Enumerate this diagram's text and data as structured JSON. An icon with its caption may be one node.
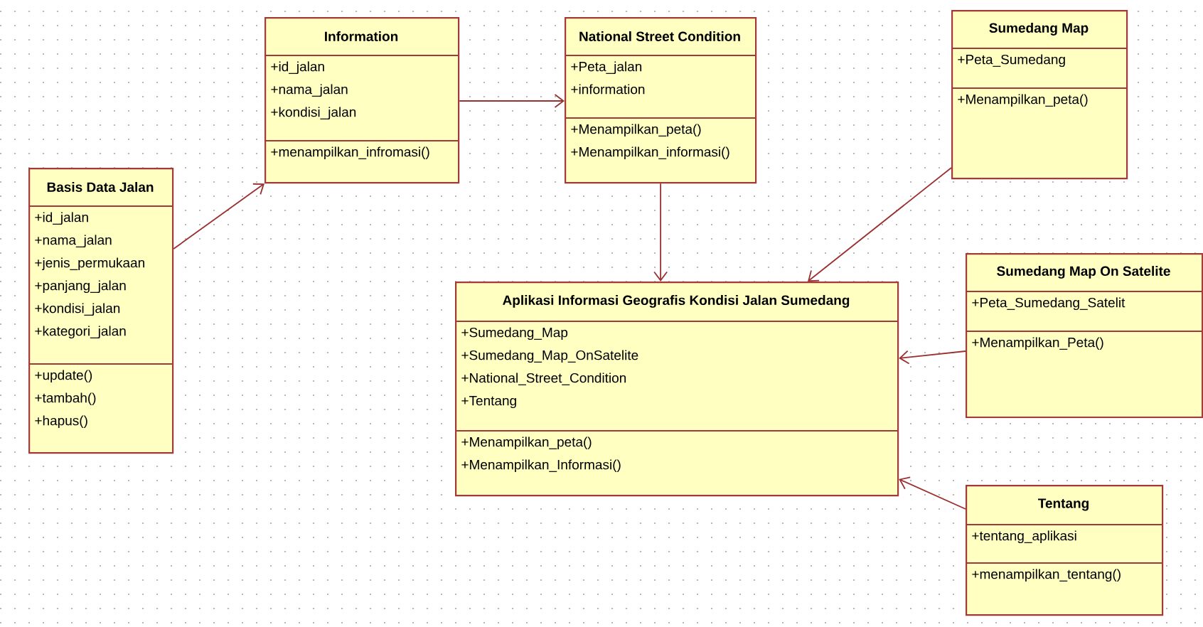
{
  "diagram": {
    "nodes": [
      {
        "text": [
          "Basis Data Jalan",
          "+id_jalan +nama_jalan +jenis_permukaan +panjang_jalan +kondisi_jalan +kategori_jalan",
          "+update() +tambah() +hapus()"
        ]
      },
      {
        "text": [
          "Information",
          "+id_jalan +nama_jalan +kondisi_jalan",
          "+menampilkan_infromasi()"
        ]
      },
      {
        "text": [
          "National Street Condition",
          "+Peta_jalan +information",
          "+Menampilkan_peta() +Menampilkan_informasi()"
        ]
      },
      {
        "text": [
          "Sumedang Map",
          "+Peta_Sumedang",
          "+Menampilkan_peta()"
        ]
      },
      {
        "text": [
          "Aplikasi Informasi Geografis Kondisi Jalan Sumedang",
          "+Sumedang_Map +Sumedang_Map_OnSatelite +National_Street_Condition +Tentang",
          "+Menampilkan_peta() +Menampilkan_Informasi()"
        ]
      },
      {
        "text": [
          "Sumedang Map On Satelite",
          "+Peta_Sumedang_Satelit",
          "+Menampilkan_Peta()"
        ]
      },
      {
        "text": [
          "Tentang",
          "+tentang_aplikasi",
          "+menampilkan_tentang()"
        ]
      }
    ],
    "edges": [
      {
        "from": 0,
        "to": 1,
        "arrow": "to"
      },
      {
        "from": 1,
        "to": 2,
        "arrow": "to"
      },
      {
        "from": 2,
        "to": 4,
        "arrow": "to"
      },
      {
        "from": 3,
        "to": 4,
        "arrow": "to"
      },
      {
        "from": 5,
        "to": 4,
        "arrow": "to"
      },
      {
        "from": 6,
        "to": 4,
        "arrow": "to"
      }
    ]
  }
}
